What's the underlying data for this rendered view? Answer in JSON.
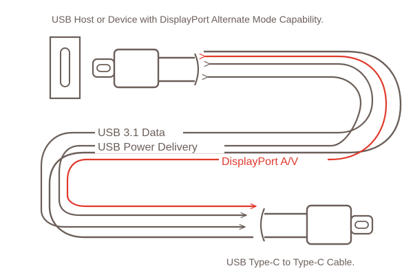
{
  "header": {
    "caption": "USB Host or Device with DisplayPort Alternate Mode Capability."
  },
  "channels": [
    {
      "label": "USB 3.1 Data",
      "color": "#6b5e58"
    },
    {
      "label": "USB Power Delivery",
      "color": "#6b5e58"
    },
    {
      "label": "DisplayPort A/V",
      "color": "#e0392b"
    }
  ],
  "footer": {
    "caption": "USB Type-C to Type-C Cable."
  },
  "colors": {
    "outline": "#6b5e58",
    "accent": "#e0392b",
    "background": "#ffffff"
  }
}
